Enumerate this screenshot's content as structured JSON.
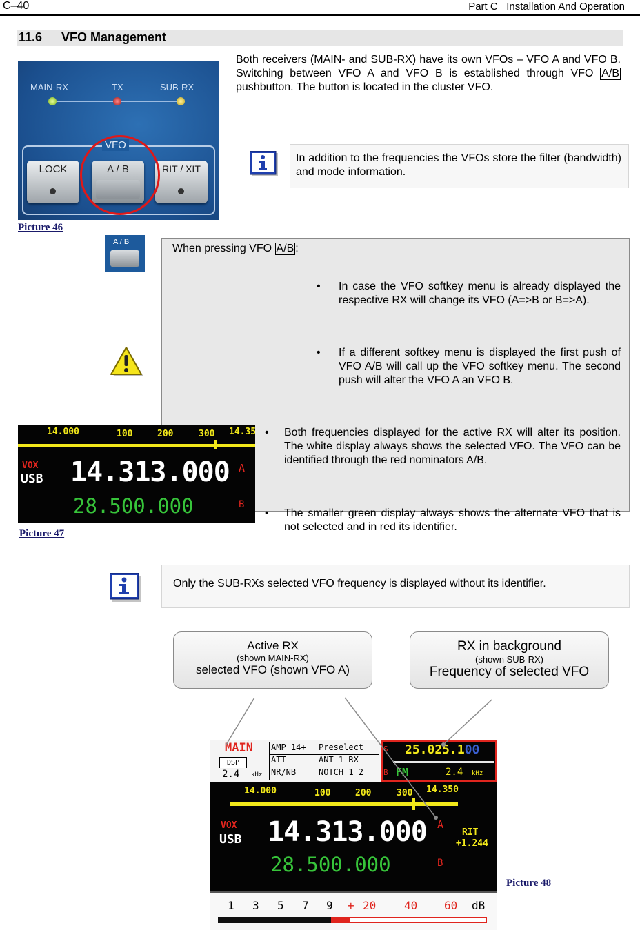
{
  "header": {
    "left": "C–40",
    "right": "Part C   Installation And Operation"
  },
  "section": {
    "number": "11.6",
    "title": "VFO Management"
  },
  "intro": {
    "text1": "Both receivers (MAIN- and SUB-RX) have its own VFOs – VFO A and VFO B. Switching between VFO A and VFO B is established through VFO ",
    "key": "A/B",
    "text2": " pushbutton. The button is located in the cluster VFO."
  },
  "panel": {
    "main_rx": "MAIN-RX",
    "tx": "TX",
    "sub_rx": "SUB-RX",
    "vfo": "VFO",
    "lock": "LOCK",
    "ab": "A / B",
    "ritxit": "RIT / XIT"
  },
  "note1": "In addition to the frequencies the VFOs store the filter (bandwidth) and mode information.",
  "captions": {
    "pic46": "Picture 46",
    "pic47": "Picture 47",
    "pic48": "Picture 48"
  },
  "ab_button_label": "A / B",
  "box": {
    "intro": "When pressing VFO ",
    "key": "A/B",
    "colon": ":",
    "bullets": [
      "In case the VFO softkey menu is already displayed the respective RX will change its VFO (A=>B or B=>A).",
      "If a different softkey menu is displayed the first push of VFO A/B will call up the VFO softkey menu. The second push will alter the VFO A an VFO B.",
      "Both frequencies displayed for the active RX will alter its position. The white display always shows the selected VFO. The VFO can be identified through the red nominators A/B.",
      "The smaller green display always shows the alternate VFO that is not selected and in red its identifier."
    ]
  },
  "note2": "Only the SUB-RXs selected VFO frequency is displayed without its identifier.",
  "callout_left": {
    "line1": "Active RX",
    "line2": "(shown MAIN-RX)",
    "line3": "selected VFO (shown VFO A)"
  },
  "callout_right": {
    "line1": "RX in background",
    "line2": "(shown SUB-RX)",
    "line3": "Frequency of selected VFO"
  },
  "lcd": {
    "scale_labels": [
      "14.000",
      "100",
      "200",
      "300",
      "14.350"
    ],
    "mode_top": "VOX",
    "mode": "USB",
    "freq_main": "14.313.000",
    "vfo_a": "A",
    "freq_alt": "28.500.000",
    "vfo_b": "B",
    "rit_label": "RIT",
    "rit_value": "+1.244",
    "main_label": "MAIN",
    "dsp": "DSP",
    "bw_value": "2.4",
    "bw_unit": "kHz",
    "info_cells": [
      "AMP 14+",
      "Preselect",
      "ATT",
      "ANT 1 RX",
      "NR/NB",
      "NOTCH 1 2"
    ],
    "sub_freq": "25.025.1",
    "sub_freq_tail": "00",
    "sub_mode": "FM",
    "sub_s": "S",
    "sub_b": "B",
    "smeter": [
      "1",
      "3",
      "5",
      "7",
      "9",
      "+",
      "20",
      "40",
      "60",
      "dB"
    ]
  },
  "colors": {
    "panel_blue": "#1d5a9c",
    "lcd_yellow": "#f2e81a",
    "lcd_green": "#37c43a",
    "lcd_red": "#e0251e",
    "circle_red": "#e01818"
  }
}
